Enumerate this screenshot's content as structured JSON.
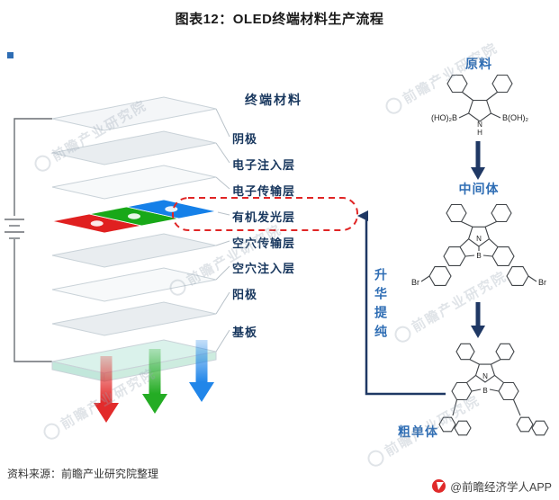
{
  "title": "图表12：OLED终端材料生产流程",
  "stack": {
    "heading": "终端材料",
    "layers": [
      "阴极",
      "电子注入层",
      "电子传输层",
      "有机发光层",
      "空穴传输层",
      "空穴注入层",
      "阳极",
      "基板"
    ],
    "highlighted_layer": "有机发光层"
  },
  "process": {
    "vertical_label": "升华提纯",
    "stages": [
      "原料",
      "中间体",
      "粗单体"
    ]
  },
  "chem": {
    "raw": {
      "left_group": "(HO)₂B",
      "right_group": "B(OH)₂",
      "n": "N",
      "h": "H"
    },
    "intermediate": {
      "left_br": "Br",
      "right_br": "Br",
      "b": "B",
      "n": "N"
    },
    "crude": {
      "b": "B",
      "n": "N"
    }
  },
  "footer": {
    "source": "资料来源：前瞻产业研究院整理",
    "brand": "@前瞻经济学人APP"
  },
  "watermark_text": "前瞻产业研究院",
  "colors": {
    "red": "#e02020",
    "green": "#18a818",
    "blue": "#1580e8",
    "navy": "#1f3864",
    "label_navy": "#17365d",
    "stage_blue": "#2e6db4",
    "highlight_red": "#e02525"
  }
}
